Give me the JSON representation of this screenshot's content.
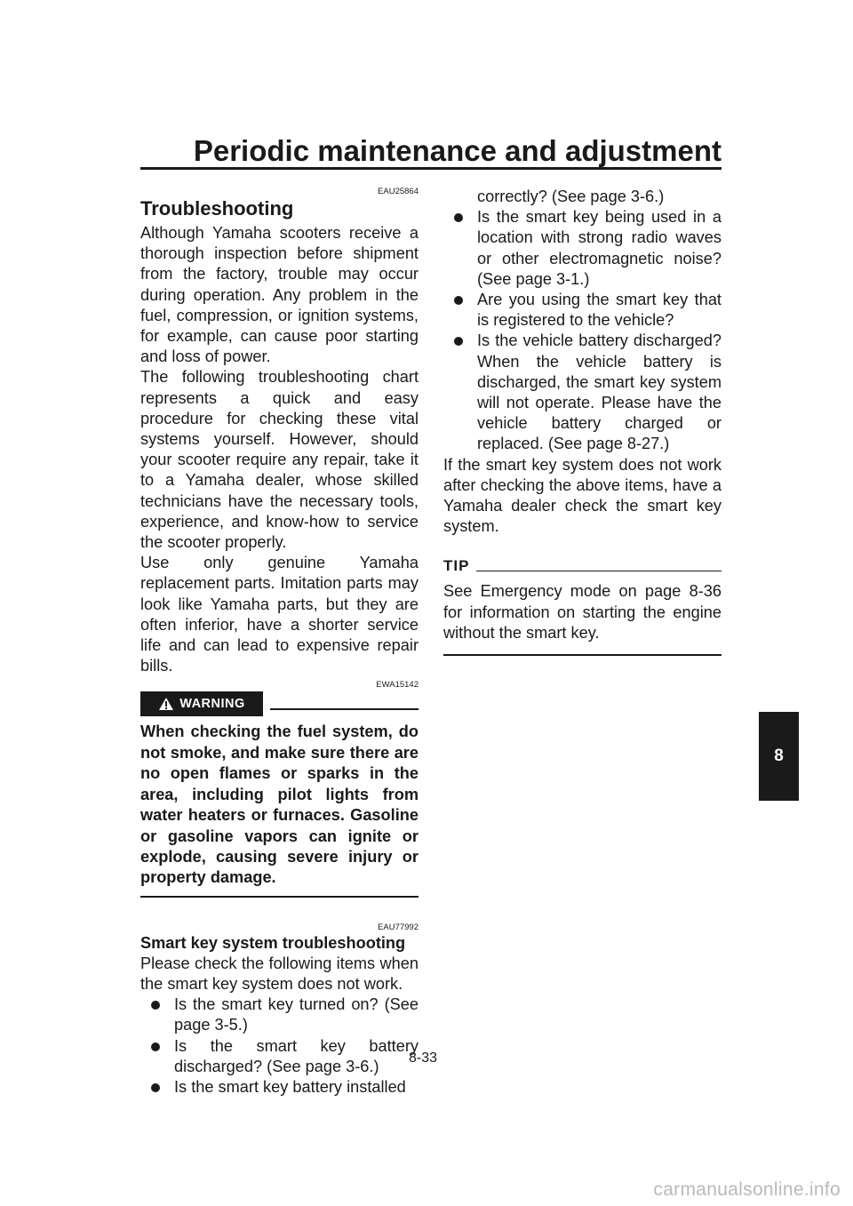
{
  "header": {
    "title": "Periodic maintenance and adjustment"
  },
  "chapter_tab": "8",
  "page_number": "8-33",
  "watermark": "carmanualsonline.info",
  "troubleshooting": {
    "code": "EAU25864",
    "title": "Troubleshooting",
    "para1": "Although Yamaha scooters receive a thorough inspection before shipment from the factory, trouble may occur during operation. Any problem in the fuel, compression, or ignition systems, for example, can cause poor starting and loss of power.",
    "para2": "The following troubleshooting chart represents a quick and easy procedure for checking these vital systems yourself. However, should your scooter require any repair, take it to a Yamaha dealer, whose skilled technicians have the necessary tools, experience, and know-how to service the scooter properly.",
    "para3": "Use only genuine Yamaha replacement parts. Imitation parts may look like Yamaha parts, but they are often inferior, have a shorter service life and can lead to expensive repair bills."
  },
  "warning": {
    "code": "EWA15142",
    "label": "WARNING",
    "text": "When checking the fuel system, do not smoke, and make sure there are no open flames or sparks in the area, including pilot lights from water heaters or furnaces. Gasoline or gasoline vapors can ignite or explode, causing severe injury or property damage."
  },
  "smart_key": {
    "code": "EAU77992",
    "title": "Smart key system troubleshooting",
    "intro": "Please check the following items when the smart key system does not work.",
    "items_left": [
      "Is the smart key turned on? (See page 3-5.)",
      "Is the smart key battery discharged? (See page 3-6.)",
      "Is the smart key battery installed"
    ],
    "continuation": "correctly? (See page 3-6.)",
    "items_right": [
      "Is the smart key being used in a location with strong radio waves or other electromagnetic noise? (See page 3-1.)",
      "Are you using the smart key that is registered to the vehicle?",
      "Is the vehicle battery discharged? When the vehicle battery is discharged, the smart key system will not operate. Please have the vehicle battery charged or replaced. (See page 8-27.)"
    ],
    "after": "If the smart key system does not work after checking the above items, have a Yamaha dealer check the smart key system."
  },
  "tip": {
    "label": "TIP",
    "text": "See Emergency mode on page 8-36 for information on starting the engine without the smart key."
  }
}
